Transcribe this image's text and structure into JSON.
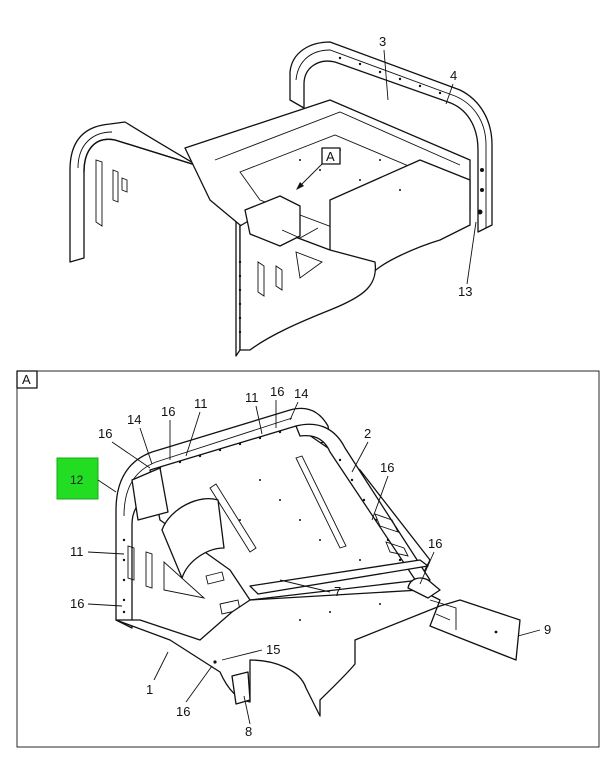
{
  "view_label": "A",
  "upper_view": {
    "callouts": [
      {
        "id": "u3",
        "text": "3"
      },
      {
        "id": "u4",
        "text": "4"
      },
      {
        "id": "u13",
        "text": "13"
      }
    ],
    "view_marker": "A"
  },
  "detail_view": {
    "label": "A",
    "callouts": [
      {
        "id": "d16a",
        "text": "16"
      },
      {
        "id": "d14a",
        "text": "14"
      },
      {
        "id": "d16b",
        "text": "16"
      },
      {
        "id": "d11a",
        "text": "11"
      },
      {
        "id": "d11b",
        "text": "11"
      },
      {
        "id": "d16c",
        "text": "16"
      },
      {
        "id": "d14b",
        "text": "14"
      },
      {
        "id": "d2",
        "text": "2"
      },
      {
        "id": "d16d",
        "text": "16"
      },
      {
        "id": "d16e",
        "text": "16"
      },
      {
        "id": "d11c",
        "text": "11"
      },
      {
        "id": "d16f",
        "text": "16"
      },
      {
        "id": "d7",
        "text": "7"
      },
      {
        "id": "d9",
        "text": "9"
      },
      {
        "id": "d15",
        "text": "15"
      },
      {
        "id": "d1",
        "text": "1"
      },
      {
        "id": "d16g",
        "text": "16"
      },
      {
        "id": "d8",
        "text": "8"
      }
    ],
    "highlighted_callout": {
      "text": "12",
      "color": "#22dd22"
    }
  }
}
